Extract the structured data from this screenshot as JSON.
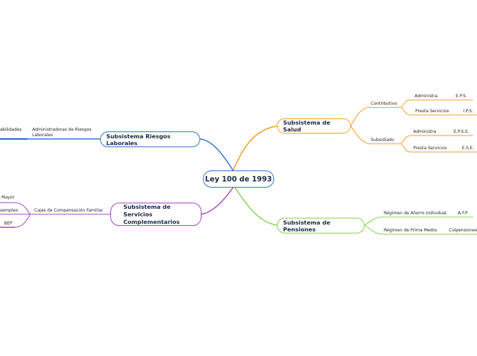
{
  "root": {
    "label": "Ley 100 de 1993"
  },
  "salud": {
    "label": "Subsistema de Salud",
    "contributivo": {
      "label": "Contributivo",
      "administra": {
        "label": "Administra",
        "value": "E.P.S."
      },
      "presta": {
        "label": "Presta Servicios",
        "value": "I.P.S."
      }
    },
    "subsidiado": {
      "label": "Subsidiado",
      "administra": {
        "label": "Administra",
        "value": "E.P.S.S."
      },
      "presta": {
        "label": "Presta Servicios",
        "value": "E.S.E."
      }
    }
  },
  "pensiones": {
    "label": "Subsistema de Pensiones",
    "ahorro": {
      "label": "Régimen de Ahorro Individual",
      "value": "A.F.P"
    },
    "prima": {
      "label": "Régimen de Prima Media",
      "value": "Colpensiones"
    }
  },
  "riesgos": {
    "label": "Subsistema Riesgos Laborales",
    "admin": "Administradoras de Riesgos Laborales",
    "partial": "abilidades"
  },
  "complementarios": {
    "label": "Subsistema de Servicios Complementarios",
    "cajas": "Cajas de Compensación Familiar",
    "mayor": "Mayor",
    "desempleo": "sempleo",
    "bep": "BEP"
  },
  "colors": {
    "root": "#2a6fd6",
    "salud": "#f59a1c",
    "pensiones": "#7ed04b",
    "riesgos": "#2a6fd6",
    "complementarios": "#a13fc0"
  }
}
